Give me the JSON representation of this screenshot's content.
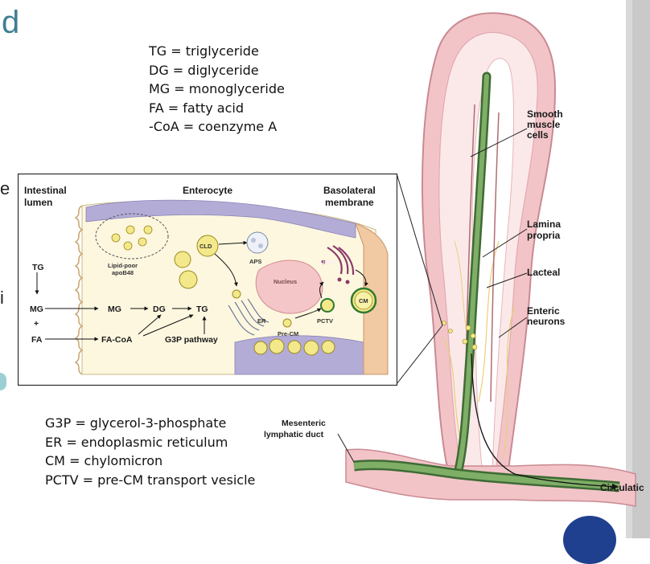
{
  "slide_title_fragment": "d",
  "left_edge_fragments": [
    "e",
    "i"
  ],
  "top_legend": [
    "TG = triglyceride",
    "DG = diglyceride",
    "MG = monoglyceride",
    "FA = fatty acid",
    "-CoA = coenzyme A"
  ],
  "bottom_legend": [
    "G3P = glycerol-3-phosphate",
    "ER = endoplasmic reticulum",
    "CM = chylomicron",
    "PCTV = pre-CM transport vesicle"
  ],
  "inset": {
    "col_intestinal_1": "Intestinal",
    "col_intestinal_2": "lumen",
    "col_enterocyte": "Enterocyte",
    "col_basolateral_1": "Basolateral",
    "col_basolateral_2": "membrane",
    "lumen_tg": "TG",
    "lumen_mg": "MG",
    "lumen_plus": "+",
    "lumen_fa": "FA",
    "cell_mg": "MG",
    "cell_dg": "DG",
    "cell_tg": "TG",
    "fa_coa": "FA-CoA",
    "g3p_pathway": "G3P pathway",
    "cld": "CLD",
    "aps": "APS",
    "lipid_poor_1": "Lipid-poor",
    "lipid_poor_2": "apoB48",
    "nucleus": "Nucleus",
    "golgi": "Golgi",
    "er": "ER",
    "pre_cm": "Pre-CM",
    "pctv": "PCTV",
    "cm": "CM"
  },
  "villus_labels": {
    "smooth_1": "Smooth",
    "smooth_2": "muscle",
    "smooth_3": "cells",
    "lamina_1": "Lamina",
    "lamina_2": "propria",
    "lacteal": "Lacteal",
    "enteric_1": "Enteric",
    "enteric_2": "neurons",
    "mesenteric_1": "Mesenteric",
    "mesenteric_2": "lymphatic duct",
    "circulation": "Circulatic"
  },
  "colors": {
    "title_teal": "#3f7f92",
    "villus_pink": "#f2c4c8",
    "lacteal_green": "#5f8f4e",
    "lipid_yellow": "#f3e88a",
    "membrane_purple": "#b3acd6",
    "basolateral_tan": "#f1c9a3"
  }
}
